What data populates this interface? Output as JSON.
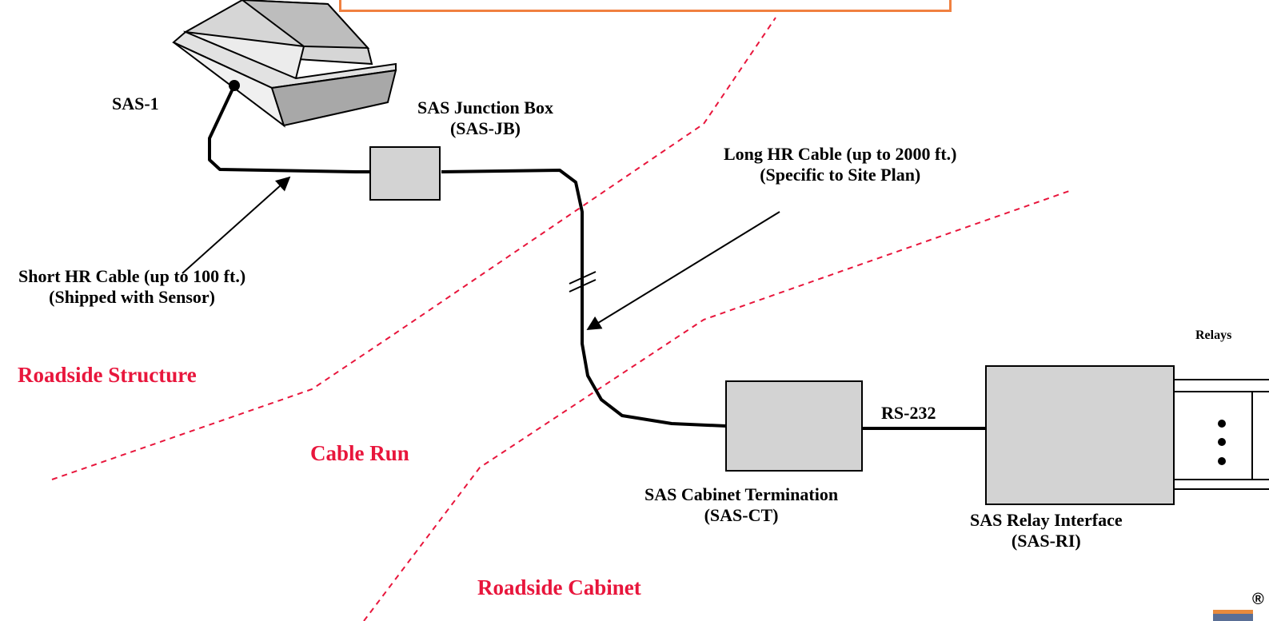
{
  "banner": {
    "text": "(… …)"
  },
  "devices": {
    "sensor": "SAS-1",
    "junction_box": {
      "name": "SAS Junction Box",
      "code": "(SAS-JB)"
    },
    "cabinet_termination": {
      "name": "SAS Cabinet Termination",
      "code": "(SAS-CT)"
    },
    "relay_interface": {
      "name": "SAS Relay Interface",
      "code": "(SAS-RI)"
    }
  },
  "cables": {
    "short": {
      "name": "Short HR Cable (up to 100 ft.)",
      "note": "(Shipped with Sensor)"
    },
    "long": {
      "name": "Long HR Cable (up to 2000 ft.)",
      "note": "(Specific to Site Plan)"
    },
    "serial": "RS-232"
  },
  "zones": {
    "structure": "Roadside Structure",
    "cable_run": "Cable Run",
    "cabinet": "Roadside Cabinet"
  },
  "relays_label": "Relays",
  "registered_mark": "®",
  "colors": {
    "zone_text": "#e8163c",
    "zone_line": "#e8163c",
    "box_fill": "#d3d3d3",
    "banner_border": "#f08040",
    "banner_text": "#1f3fc8"
  }
}
